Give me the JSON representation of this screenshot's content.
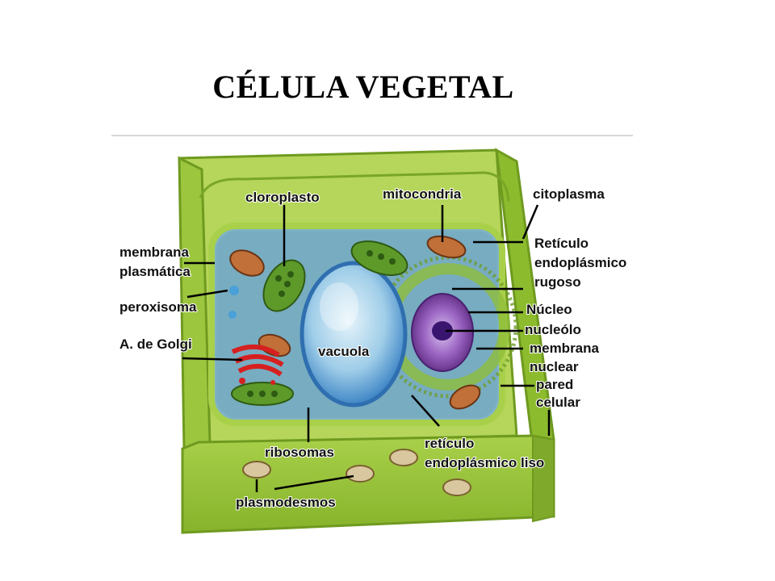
{
  "title": "CÉLULA VEGETAL",
  "colors": {
    "cell_wall": "#9bc43a",
    "cell_wall_dark": "#6f9a20",
    "cytoplasm": "#7fb3c6",
    "vacuole": "#a8d4ee",
    "nucleus": "#8a4fb0",
    "chloroplast": "#5d9a2a",
    "mitochondria": "#c07038",
    "golgi": "#d62020",
    "er": "#8fbe3a"
  },
  "labels": {
    "cloroplasto": "cloroplasto",
    "mitocondria": "mitocondria",
    "citoplasma": "citoplasma",
    "reticulo_rugoso_1": "Retículo",
    "reticulo_rugoso_2": "endoplásmico",
    "reticulo_rugoso_3": "rugoso",
    "membrana_plasmatica_1": "membrana",
    "membrana_plasmatica_2": "plasmática",
    "peroxisoma": "peroxisoma",
    "golgi": "A. de Golgi",
    "vacuola": "vacuola",
    "nucleo": "Núcleo",
    "nucleolo": "nucleólo",
    "membrana_nuclear_1": "membrana",
    "membrana_nuclear_2": "nuclear",
    "pared_celular_1": "pared",
    "pared_celular_2": "celular",
    "ribosomas": "ribosomas",
    "reticulo_liso_1": "retículo",
    "reticulo_liso_2": "endoplásmico liso",
    "plasmodesmos": "plasmodesmos"
  }
}
